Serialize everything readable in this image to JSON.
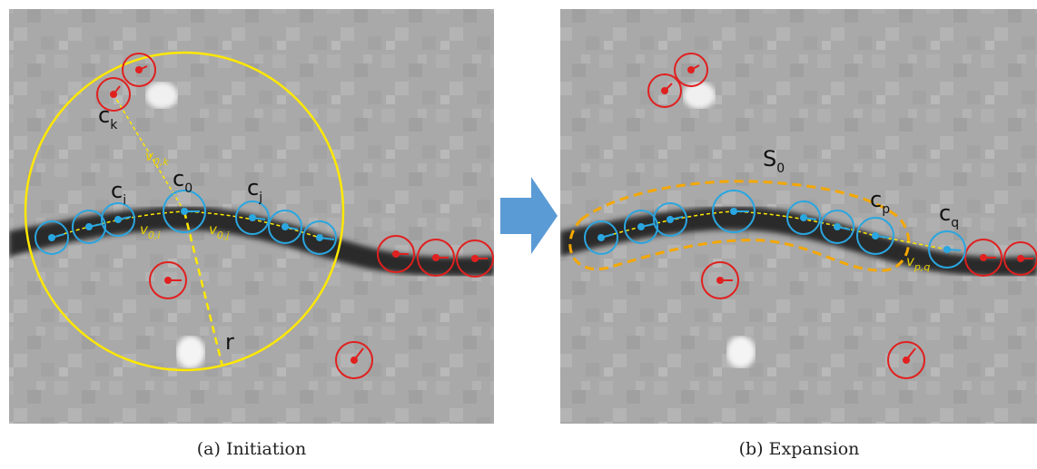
{
  "panel_a": {
    "caption": "(a) Initiation",
    "labels": {
      "ck": "c",
      "ck_sub": "k",
      "ci": "c",
      "ci_sub": "i",
      "c0": "c",
      "c0_sub": "0",
      "cj": "c",
      "cj_sub": "j",
      "v0k": "v",
      "v0k_sub": "0,k",
      "v0i": "v",
      "v0i_sub": "0,i",
      "v0j": "v",
      "v0j_sub": "0,j",
      "r": "r"
    }
  },
  "panel_b": {
    "caption": "(b) Expansion",
    "labels": {
      "s0": "S",
      "s0_sub": "0",
      "cp": "c",
      "cp_sub": "p",
      "cq": "c",
      "cq_sub": "q",
      "vpq": "v",
      "vpq_sub": "p,q"
    }
  },
  "colors": {
    "selected": "#2aa6e0",
    "unselected": "#e0201f",
    "search_region": "#ffe800",
    "segment": "#f5a800",
    "arrow": "#5b9bd5"
  }
}
